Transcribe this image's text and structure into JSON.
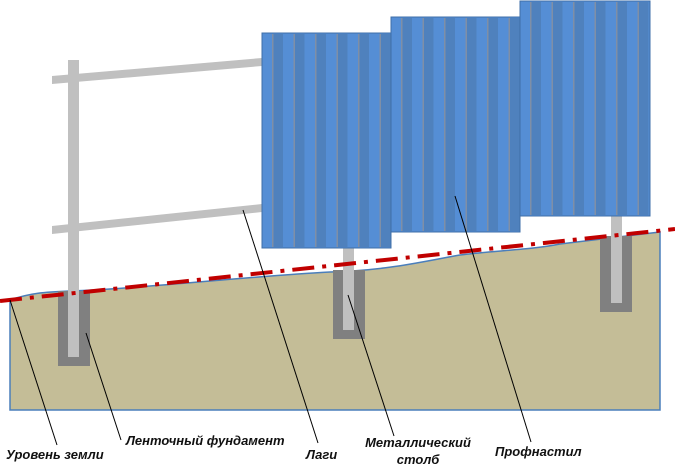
{
  "labels": {
    "ground_level": "Уровень земли",
    "strip_foundation": "Ленточный фундамент",
    "rails": "Лаги",
    "metal_post_line1": "Металлический",
    "metal_post_line2": "столб",
    "profiled_sheet": "Профнастил"
  },
  "colors": {
    "ground": "#c4bd97",
    "ground_outline": "#4a7ebb",
    "sheet_light": "#558ed5",
    "sheet_dark": "#4f81bd",
    "sheet_groove": "#7f8fa6",
    "post": "#c0c0c0",
    "foundation": "#808080",
    "ground_line": "#c00000"
  }
}
